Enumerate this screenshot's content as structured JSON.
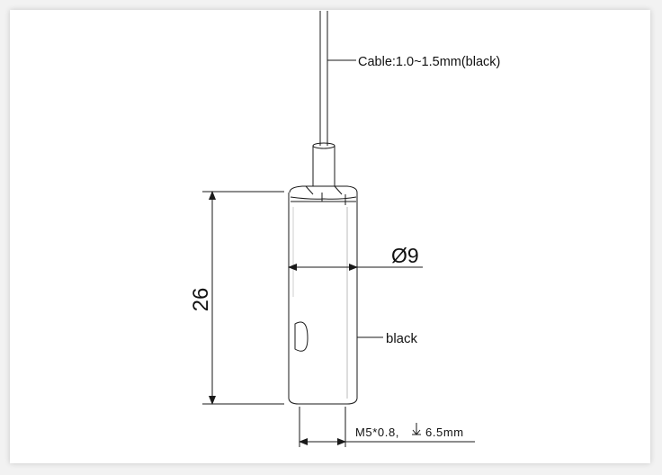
{
  "diagram": {
    "cable_label": "Cable:1.0~1.5mm(black)",
    "diameter_label": "Ø9",
    "height_label": "26",
    "color_label": "black",
    "thread_label": "M5*0.8,",
    "thread_depth_label": "6.5mm"
  },
  "colors": {
    "line": "#1a1a1a",
    "frame_background": "#ffffff",
    "page_background": "#f2f2f2"
  }
}
